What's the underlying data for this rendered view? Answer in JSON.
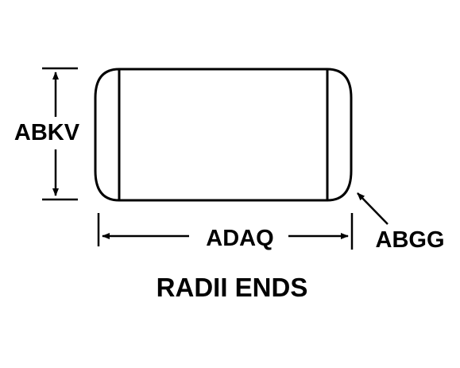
{
  "diagram": {
    "height_label": "ABKV",
    "length_label": "ADAQ",
    "end_radius_label": "ABGG",
    "caption": "RADII ENDS"
  },
  "colors": {
    "line": "#000000",
    "background": "#ffffff"
  }
}
